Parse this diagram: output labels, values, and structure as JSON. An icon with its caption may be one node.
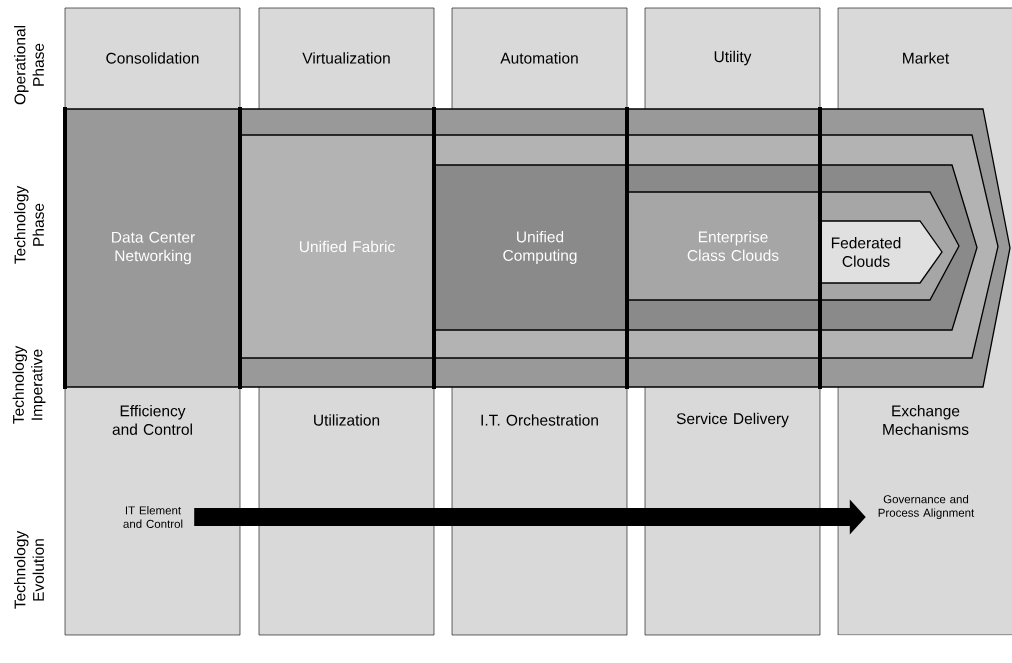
{
  "diagram": {
    "nodes": [
      {
        "text": [
          "Data Center Networking"
        ]
      },
      {
        "text": [
          "Unified Fabric"
        ],
        "in": 0
      },
      {
        "text": [
          "Unified Computing"
        ],
        "in": 1
      },
      {
        "text": [
          "Enterprise Class Clouds"
        ],
        "in": 2
      },
      {
        "text": [
          "Federated Clouds"
        ],
        "in": 3
      },
      {
        "text": [
          "IT Element and Control"
        ]
      },
      {
        "text": [
          "Governance and Process Alignment"
        ]
      }
    ],
    "edges": [
      {
        "from": 5,
        "to": 6,
        "arrow": "to"
      }
    ],
    "labels": [
      "Operational Phase",
      "Consolidation",
      "Virtualization",
      "Automation",
      "Utility",
      "Market",
      "Technology Phase",
      "Technology Imperative",
      "Efficiency and Control",
      "Utilization",
      "I.T. Orchestration",
      "Service Delivery",
      "Exchange Mechanisms",
      "Technology Evolution"
    ]
  }
}
